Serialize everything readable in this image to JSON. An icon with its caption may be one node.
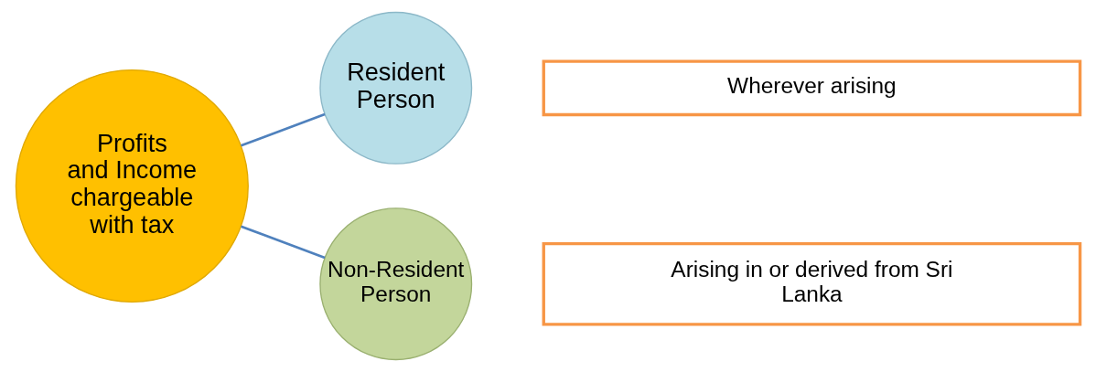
{
  "diagram": {
    "nodes": [
      {
        "text": [
          "Profits and Income chargeable with tax"
        ]
      },
      {
        "text": [
          "Resident Person"
        ]
      },
      {
        "text": [
          "Non-Resident Person"
        ]
      },
      {
        "text": [
          "Wherever arising"
        ]
      },
      {
        "text": [
          "Arising in or derived from Sri Lanka"
        ]
      }
    ],
    "edges": [
      {
        "from": 0,
        "to": 1,
        "arrow": "none"
      },
      {
        "from": 0,
        "to": 2,
        "arrow": "none"
      }
    ]
  }
}
